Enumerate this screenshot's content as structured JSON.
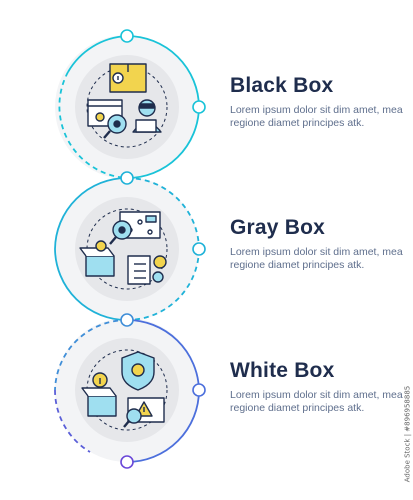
{
  "items": [
    {
      "title": "Black Box",
      "description": "Lorem ipsum dolor sit dim amet, mea regione diamet principes atk.",
      "icon": "black-box-testing-icon",
      "accent": "#19c3d8"
    },
    {
      "title": "Gray Box",
      "description": "Lorem ipsum dolor sit dim amet, mea regione diamet principes atk.",
      "icon": "gray-box-testing-icon",
      "accent": "#21a9d6"
    },
    {
      "title": "White Box",
      "description": "Lorem ipsum dolor sit dim amet, mea regione diamet principes atk.",
      "icon": "white-box-testing-icon",
      "accent": "#4c6fdc"
    }
  ],
  "colors": {
    "title": "#1f2d4d",
    "text": "#5f6f8d",
    "disc": "#e6e7ea",
    "ring": "#f2f3f5",
    "icon_stroke": "#1f2d4d",
    "icon_yellow": "#f2d44e",
    "icon_blue": "#9fdff0"
  },
  "watermark": {
    "stock_id": "Adobe Stock | #896958885"
  }
}
